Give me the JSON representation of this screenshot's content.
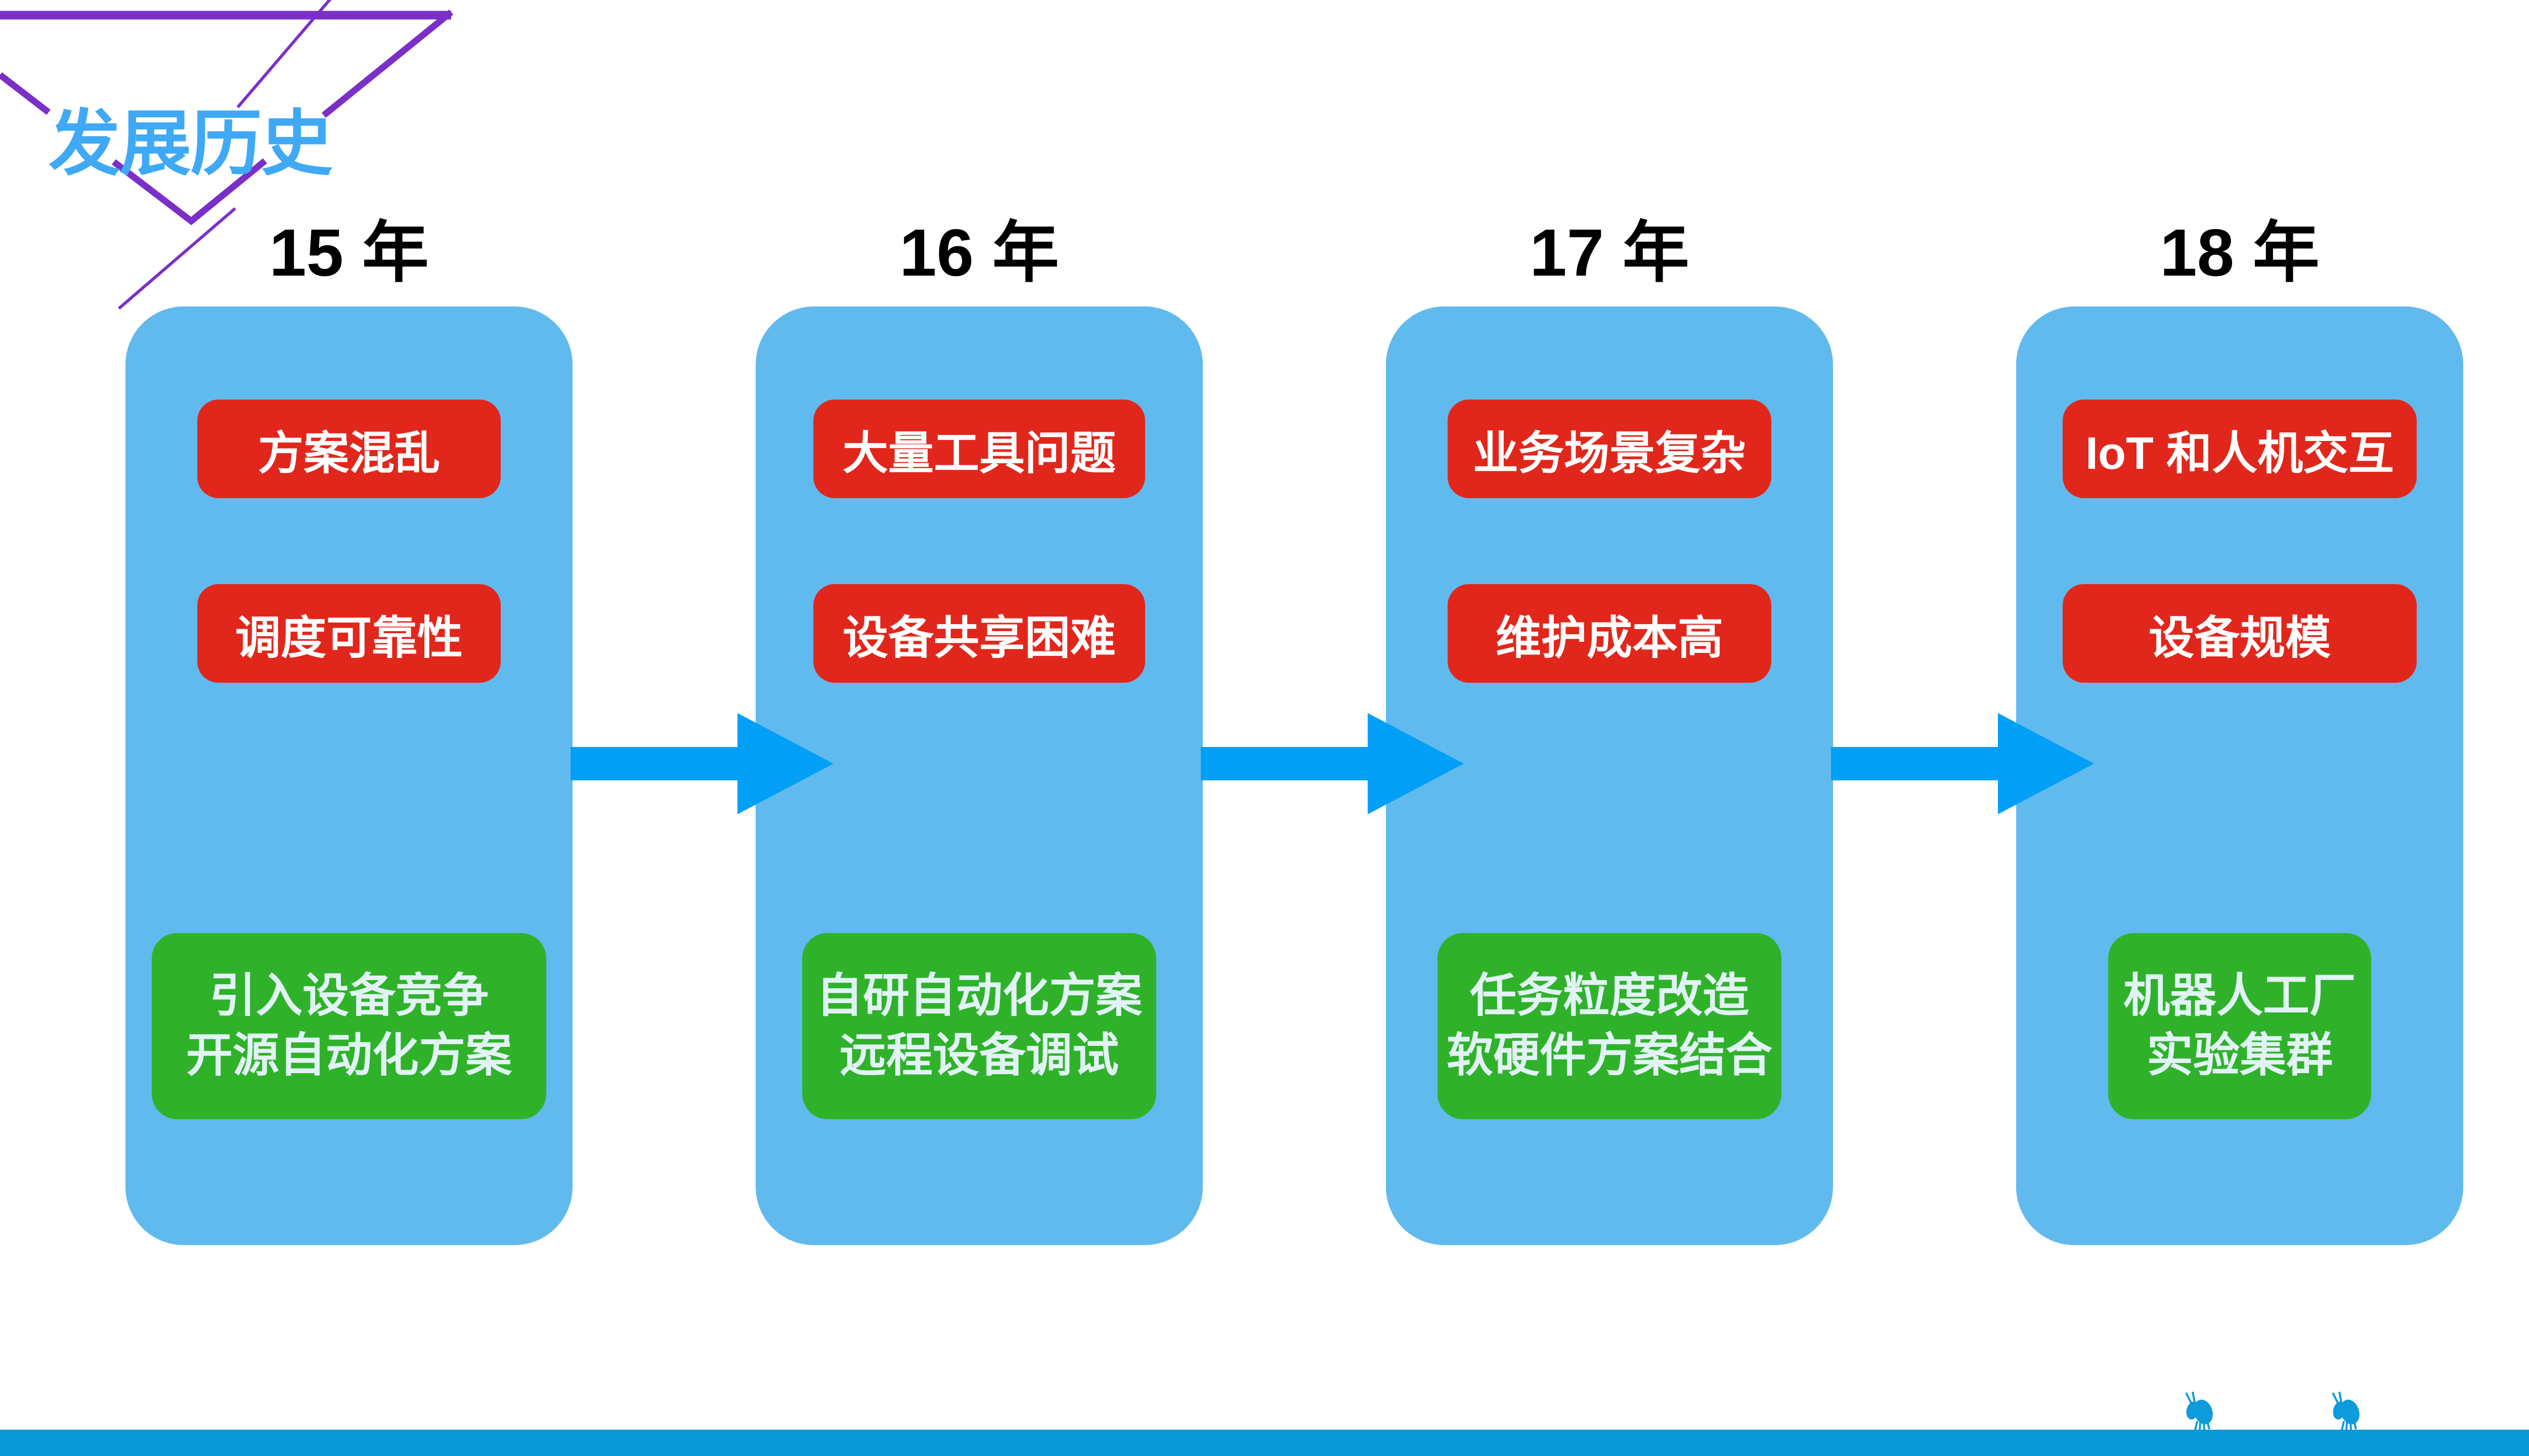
{
  "slide": {
    "title": "发展历史"
  },
  "timeline": {
    "columns": [
      {
        "year": "15 年",
        "problems": [
          "方案混乱",
          "调度可靠性"
        ],
        "solutions": [
          "引入设备竞争",
          "开源自动化方案"
        ]
      },
      {
        "year": "16 年",
        "problems": [
          "大量工具问题",
          "设备共享困难"
        ],
        "solutions": [
          "自研自动化方案",
          "远程设备调试"
        ]
      },
      {
        "year": "17 年",
        "problems": [
          "业务场景复杂",
          "维护成本高"
        ],
        "solutions": [
          "任务粒度改造",
          "软硬件方案结合"
        ]
      },
      {
        "year": "18 年",
        "problems": [
          "IoT 和人机交互",
          "设备规模"
        ],
        "solutions": [
          "机器人工厂",
          "实验集群"
        ]
      }
    ]
  },
  "icons": {
    "arrow": "right-arrow-icon",
    "ant": "ant-icon",
    "ornament": "triangle-ornament"
  },
  "colors": {
    "title_blue": "#3FA9F5",
    "column_blue": "#61BAEE",
    "problem_red": "#E1271C",
    "solution_green": "#2FB22A",
    "arrow_blue": "#01A0F6",
    "footer_bar_blue": "#0899D8",
    "ornament_purple": "#7B2FC8",
    "year_text": "#000000"
  }
}
